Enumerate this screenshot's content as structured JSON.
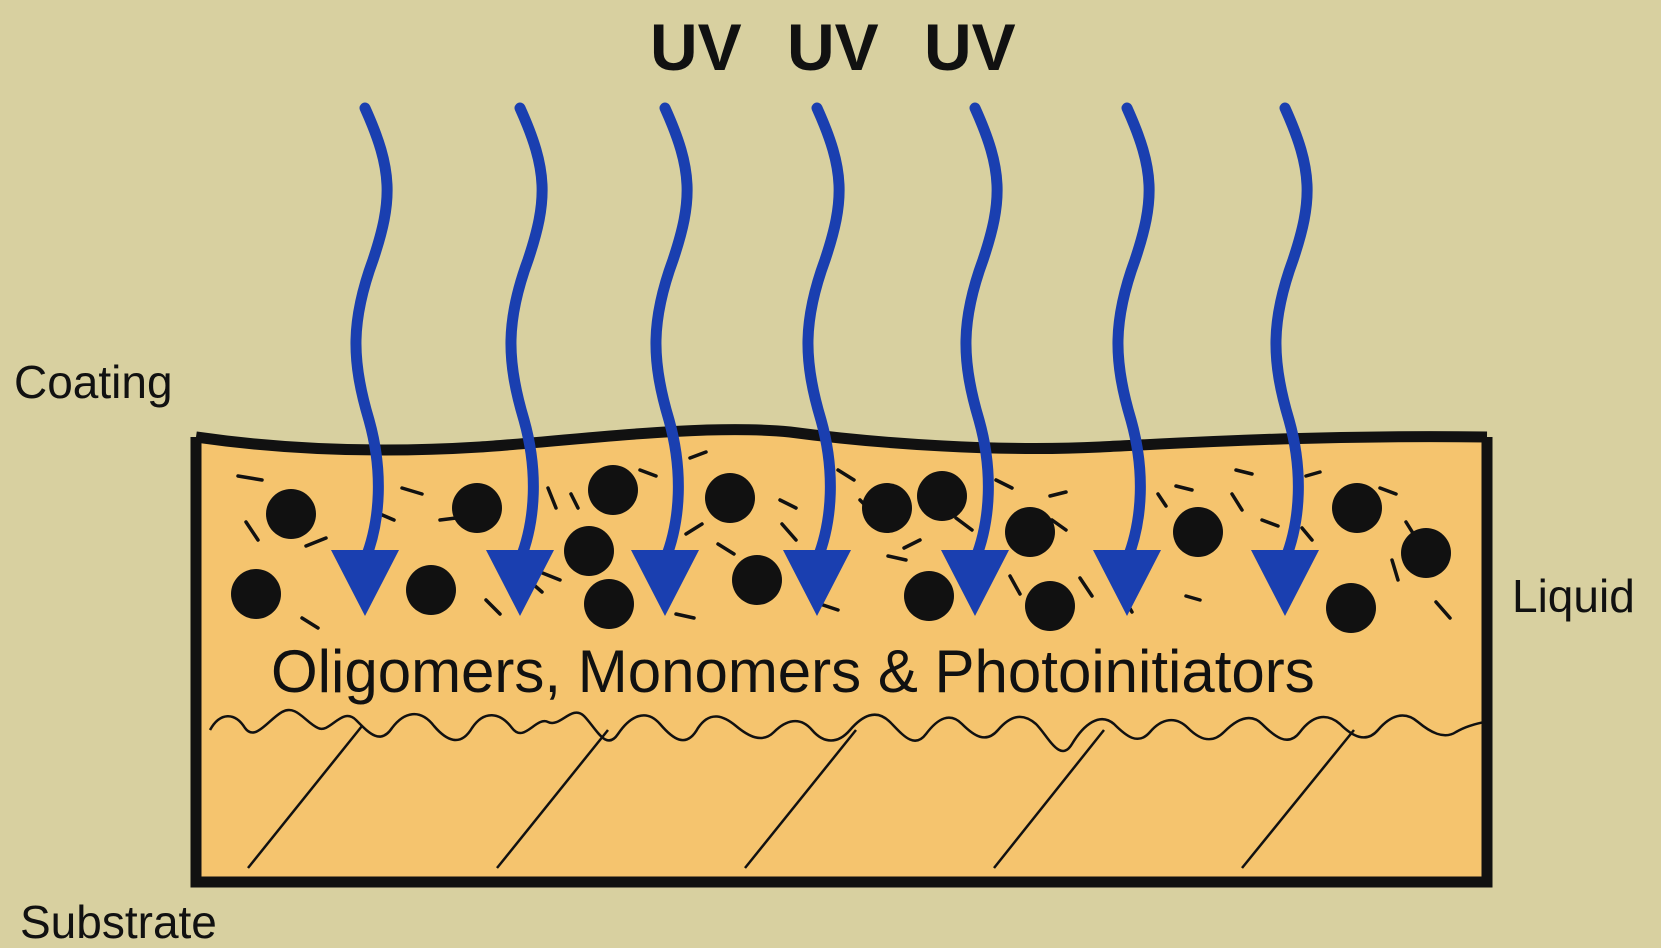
{
  "diagram": {
    "uv_labels": [
      "UV",
      "UV",
      "UV"
    ],
    "coating_label": "Coating",
    "liquid_label": "Liquid",
    "substrate_label": "Substrate",
    "layer_caption": "Oligomers, Monomers & Photoinitiators",
    "colors": {
      "background": "#d8d0a0",
      "coating_fill": "#f5c46e",
      "uv_arrow": "#1a3fb0",
      "outline": "#111111"
    }
  }
}
